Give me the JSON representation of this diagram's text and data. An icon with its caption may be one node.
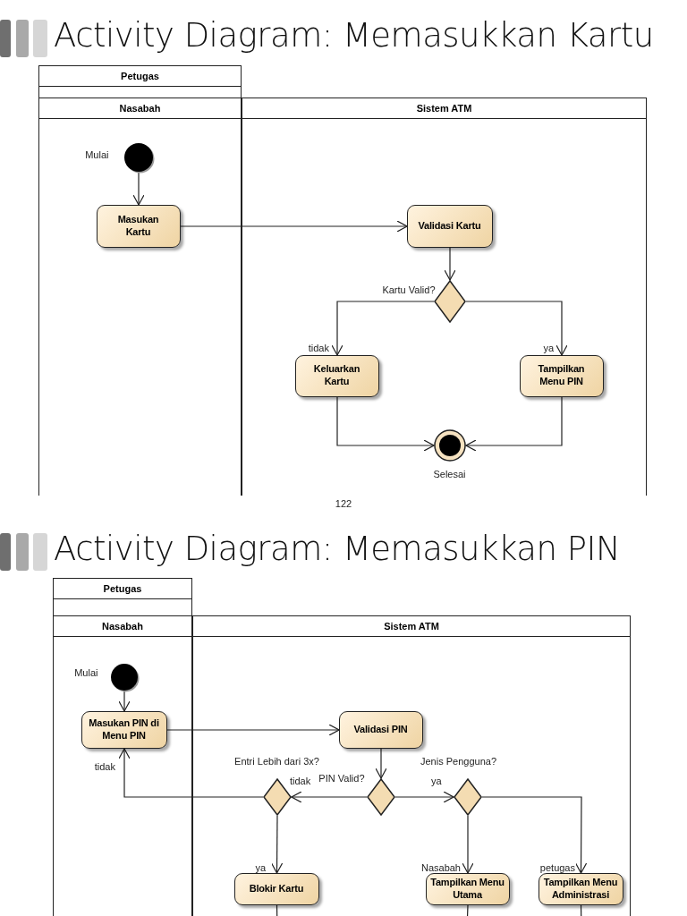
{
  "diagram": {
    "title": "Activity Diagram: Memasukkan Kartu",
    "nodes": [
      {
        "text": [
          "Petugas"
        ]
      },
      {
        "text": [
          "Nasabah"
        ]
      },
      {
        "text": [
          "Sistem ATM"
        ]
      },
      {
        "text": [],
        "shape": "dot",
        "in": 1,
        "beside": [
          "Mulai"
        ]
      },
      {
        "text": [
          "Masukan Kartu"
        ],
        "in": 1
      },
      {
        "text": [
          "Validasi Kartu"
        ],
        "in": 2
      },
      {
        "text": [],
        "shape": "diamond",
        "in": 2,
        "beside": [
          "Kartu Valid?"
        ]
      },
      {
        "text": [
          "Keluarkan Kartu"
        ],
        "in": 2
      },
      {
        "text": [
          "Tampilkan Menu PIN"
        ],
        "in": 2
      },
      {
        "text": [],
        "shape": "bullseye",
        "in": 2,
        "beside": [
          "Selesai"
        ]
      },
      {
        "text": [
          "Petugas"
        ]
      },
      {
        "text": [
          "Nasabah"
        ]
      },
      {
        "text": [
          "Sistem ATM"
        ]
      },
      {
        "text": [],
        "shape": "dot",
        "in": 11,
        "beside": [
          "Mulai"
        ]
      },
      {
        "text": [
          "Masukan PIN di Menu PIN"
        ],
        "in": 11
      },
      {
        "text": [
          "Validasi PIN"
        ],
        "in": 12
      },
      {
        "text": [],
        "shape": "diamond",
        "in": 12,
        "beside": [
          "PIN Valid?"
        ]
      },
      {
        "text": [],
        "shape": "diamond",
        "in": 12,
        "beside": [
          "Entri Lebih dari 3x?"
        ]
      },
      {
        "text": [],
        "shape": "diamond",
        "in": 12,
        "beside": [
          "Jenis Pengguna?"
        ]
      },
      {
        "text": [
          "Blokir Kartu"
        ],
        "in": 12
      },
      {
        "text": [
          "Tampilkan Menu Utama"
        ],
        "in": 12
      },
      {
        "text": [
          "Tampilkan Menu Administrasi"
        ],
        "in": 12
      }
    ],
    "edges": [
      {
        "from": 3,
        "to": 4,
        "arrow": "to"
      },
      {
        "from": 4,
        "to": 5,
        "arrow": "to"
      },
      {
        "from": 5,
        "to": 6,
        "arrow": "to"
      },
      {
        "from": 6,
        "to": 7,
        "arrow": "to",
        "label": "tidak"
      },
      {
        "from": 6,
        "to": 8,
        "arrow": "to",
        "label": "ya"
      },
      {
        "from": 7,
        "to": 9,
        "arrow": "to"
      },
      {
        "from": 8,
        "to": 9,
        "arrow": "to"
      },
      {
        "from": 13,
        "to": 14,
        "arrow": "to"
      },
      {
        "from": 14,
        "to": 15,
        "arrow": "to"
      },
      {
        "from": 15,
        "to": 16,
        "arrow": "to"
      },
      {
        "from": 16,
        "to": 17,
        "arrow": "to",
        "label": "tidak"
      },
      {
        "from": 16,
        "to": 18,
        "arrow": "to",
        "label": "ya"
      },
      {
        "from": 17,
        "to": 14,
        "arrow": "to",
        "label": "tidak"
      },
      {
        "from": 17,
        "to": 19,
        "arrow": "to",
        "label": "ya"
      },
      {
        "from": 18,
        "to": 20,
        "arrow": "to",
        "label": "Nasabah"
      },
      {
        "from": 18,
        "to": 21,
        "arrow": "to",
        "label": "petugas"
      },
      {
        "from": 19,
        "to": null,
        "arrow": "none"
      },
      {
        "from": 20,
        "to": null,
        "arrow": "none"
      },
      {
        "from": 21,
        "to": null,
        "arrow": "none"
      }
    ],
    "labels": [
      "122",
      "Activity Diagram: Memasukkan PIN"
    ]
  }
}
